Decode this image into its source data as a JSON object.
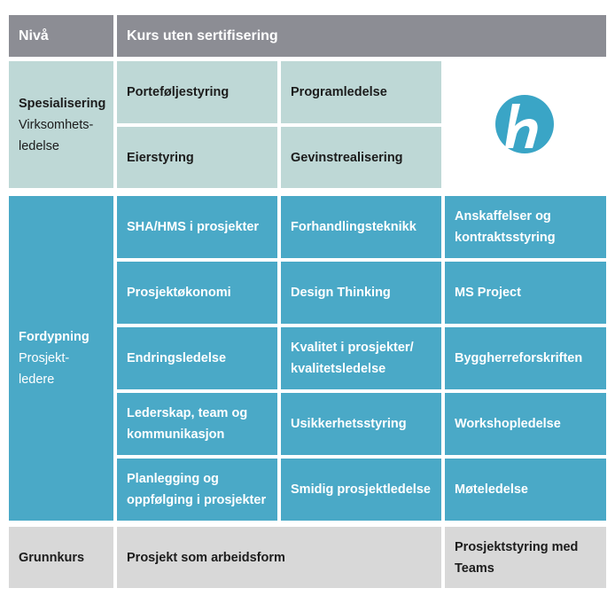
{
  "header": {
    "level_label": "Nivå",
    "courses_label": "Kurs uten sertifisering"
  },
  "spesialisering": {
    "title": "Spesialisering",
    "subtitle": "Virksomhets-\nledelse",
    "courses": [
      "Porteføljestyring",
      "Programledelse",
      "Eierstyring",
      "Gevinstrealisering"
    ]
  },
  "fordypning": {
    "title": "Fordypning",
    "subtitle": "Prosjekt-\nledere",
    "courses": [
      "SHA/HMS i prosjekter",
      "Forhandlingsteknikk",
      "Anskaffelser og kontraktsstyring",
      "Prosjektøkonomi",
      "Design Thinking",
      "MS Project",
      "Endringsledelse",
      "Kvalitet i prosjekter/ kvalitetsledelse",
      "Byggherreforskriften",
      "Lederskap, team og kommunikasjon",
      "Usikkerhetsstyring",
      "Workshopledelse",
      "Planlegging og oppfølging i prosjekter",
      "Smidig prosjektledelse",
      "Møteledelse"
    ]
  },
  "grunnkurs": {
    "title": "Grunnkurs",
    "courses": [
      "Prosjekt som arbeidsform",
      "Prosjektstyring med Teams"
    ]
  },
  "logo": {
    "icon": "h-logo-icon",
    "color": "#3aa5c6"
  },
  "colors": {
    "header": "#8c8d94",
    "spesialisering": "#bed8d6",
    "fordypning": "#4aa9c7",
    "grunnkurs": "#d8d8d8"
  }
}
